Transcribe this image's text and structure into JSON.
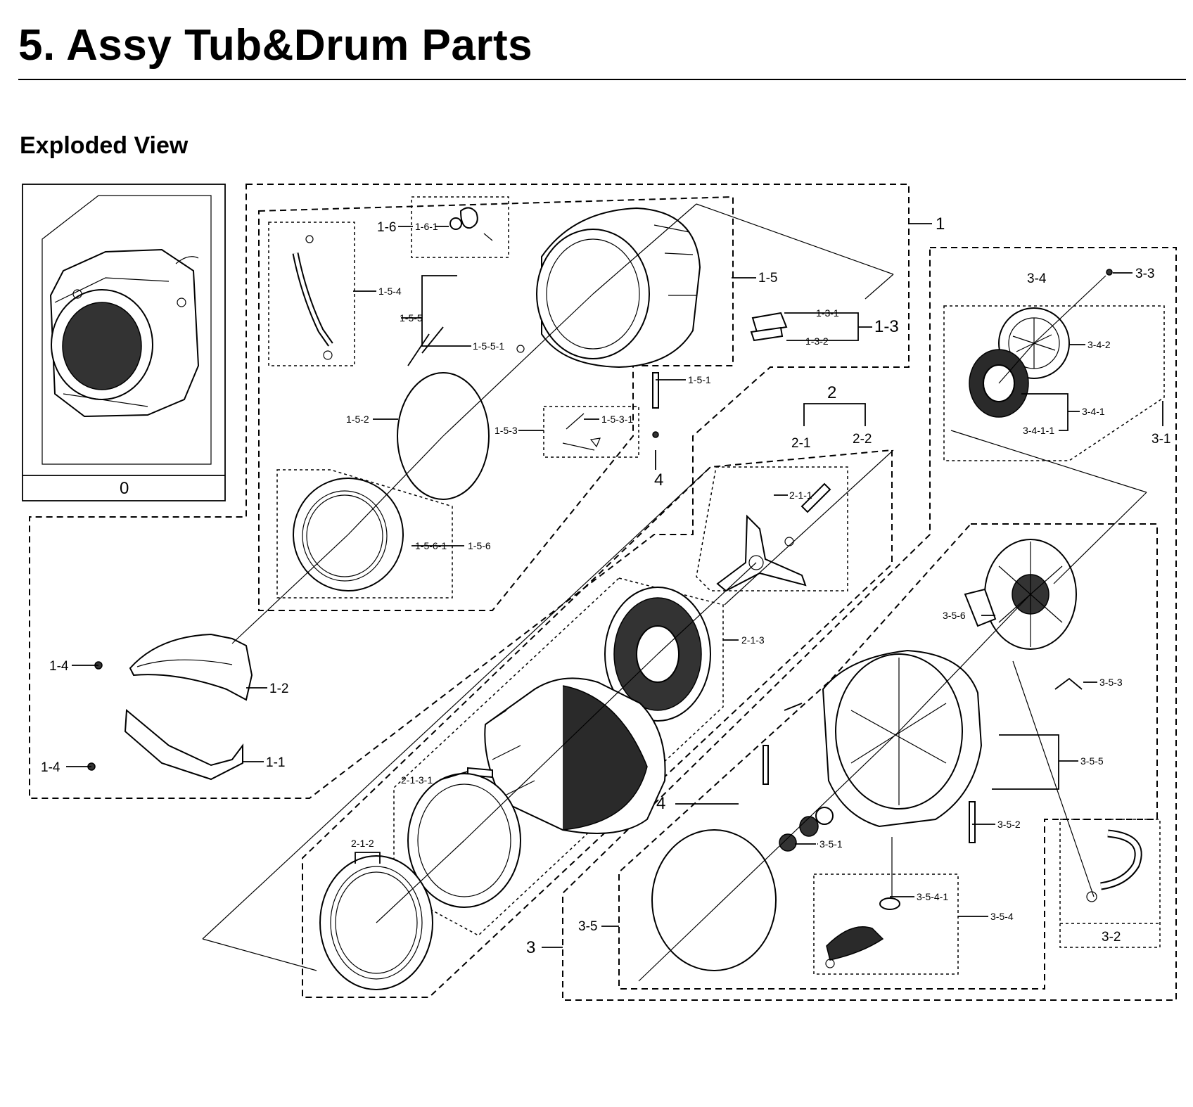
{
  "title": "5.  Assy Tub&Drum Parts",
  "section": "Exploded View",
  "labels": {
    "l_0": "0",
    "l_1": "1",
    "l_1_1": "1-1",
    "l_1_2": "1-2",
    "l_1_3": "1-3",
    "l_1_3_1": "1-3-1",
    "l_1_3_2": "1-3-2",
    "l_1_4a": "1-4",
    "l_1_4b": "1-4",
    "l_1_5": "1-5",
    "l_1_5_1": "1-5-1",
    "l_1_5_2": "1-5-2",
    "l_1_5_3": "1-5-3",
    "l_1_5_3_1": "1-5-3-1",
    "l_1_5_4": "1-5-4",
    "l_1_5_5": "1-5-5",
    "l_1_5_5_1": "1-5-5-1",
    "l_1_5_6": "1-5-6",
    "l_1_5_6_1": "1-5-6-1",
    "l_1_6": "1-6",
    "l_1_6_1": "1-6-1",
    "l_2": "2",
    "l_2_1": "2-1",
    "l_2_2": "2-2",
    "l_2_1_1": "2-1-1",
    "l_2_1_2": "2-1-2",
    "l_2_1_3": "2-1-3",
    "l_2_1_3_1": "2-1-3-1",
    "l_3": "3",
    "l_3_1": "3-1",
    "l_3_2": "3-2",
    "l_3_3": "3-3",
    "l_3_4": "3-4",
    "l_3_4_1": "3-4-1",
    "l_3_4_1_1": "3-4-1-1",
    "l_3_4_2": "3-4-2",
    "l_3_5": "3-5",
    "l_3_5_1": "3-5-1",
    "l_3_5_2": "3-5-2",
    "l_3_5_3": "3-5-3",
    "l_3_5_4": "3-5-4",
    "l_3_5_4_1": "3-5-4-1",
    "l_3_5_5": "3-5-5",
    "l_3_5_6": "3-5-6",
    "l_4a": "4",
    "l_4b": "4"
  }
}
